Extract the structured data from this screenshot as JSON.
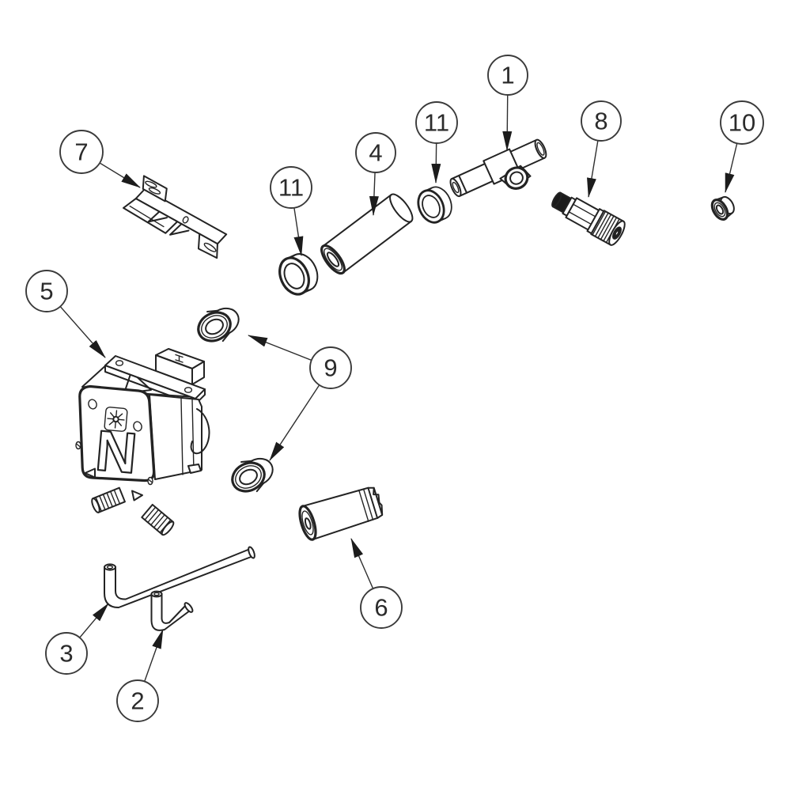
{
  "page": {
    "background_color": "#ffffff",
    "line_color": "#232323",
    "balloon_stroke_color": "#3a3a3a",
    "number_color": "#2b2b2b"
  },
  "diagram": {
    "kind": "exploded-parts-diagram",
    "pump_logo": "N",
    "callouts": [
      {
        "label": "1",
        "part": "tee-fitting"
      },
      {
        "label": "2",
        "part": "short-elbow-tube"
      },
      {
        "label": "3",
        "part": "long-elbow-tube"
      },
      {
        "label": "4",
        "part": "cylindrical-sleeve"
      },
      {
        "label": "5",
        "part": "pump-assembly"
      },
      {
        "label": "6",
        "part": "canister-filter"
      },
      {
        "label": "7",
        "part": "mounting-bracket"
      },
      {
        "label": "8",
        "part": "check-valve"
      },
      {
        "label": "9",
        "part": "grommet-pair"
      },
      {
        "label": "10",
        "part": "small-grommet"
      },
      {
        "label": "11",
        "part": "collar-ring-upper"
      },
      {
        "label": "11",
        "part": "collar-ring-lower"
      }
    ]
  }
}
